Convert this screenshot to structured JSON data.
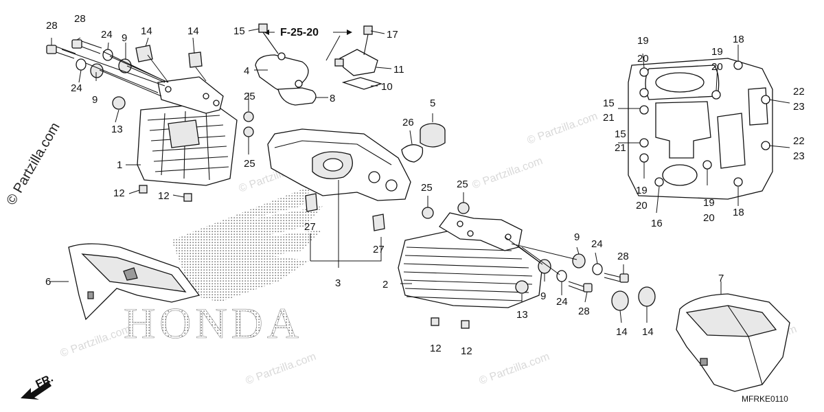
{
  "diagram": {
    "reference_label": "F-25-20",
    "diagram_code": "MFRKE0110",
    "front_arrow_label": "FR.",
    "brand_mark": "HONDA",
    "watermark": "© Partzilla.com",
    "watermark_side": "© Partzilla.com"
  },
  "callouts": {
    "c1": "1",
    "c2": "2",
    "c3": "3",
    "c4": "4",
    "c5": "5",
    "c6": "6",
    "c7": "7",
    "c8": "8",
    "c9a": "9",
    "c9b": "9",
    "c9c": "9",
    "c9d": "9",
    "c10": "10",
    "c11": "11",
    "c12a": "12",
    "c12b": "12",
    "c12c": "12",
    "c12d": "12",
    "c13a": "13",
    "c13b": "13",
    "c14a": "14",
    "c14b": "14",
    "c14c": "14",
    "c14d": "14",
    "c15a": "15",
    "c15b": "15",
    "c15c": "15",
    "c16": "16",
    "c17": "17",
    "c18a": "18",
    "c18b": "18",
    "c19a": "19",
    "c19b": "19",
    "c19c": "19",
    "c19d": "19",
    "c20a": "20",
    "c20b": "20",
    "c20c": "20",
    "c20d": "20",
    "c21a": "21",
    "c21b": "21",
    "c22a": "22",
    "c22b": "22",
    "c23a": "23",
    "c23b": "23",
    "c24a": "24",
    "c24b": "24",
    "c24c": "24",
    "c24d": "24",
    "c25a": "25",
    "c25b": "25",
    "c25c": "25",
    "c25d": "25",
    "c26": "26",
    "c27a": "27",
    "c27b": "27",
    "c28a": "28",
    "c28b": "28",
    "c28c": "28",
    "c28d": "28"
  }
}
